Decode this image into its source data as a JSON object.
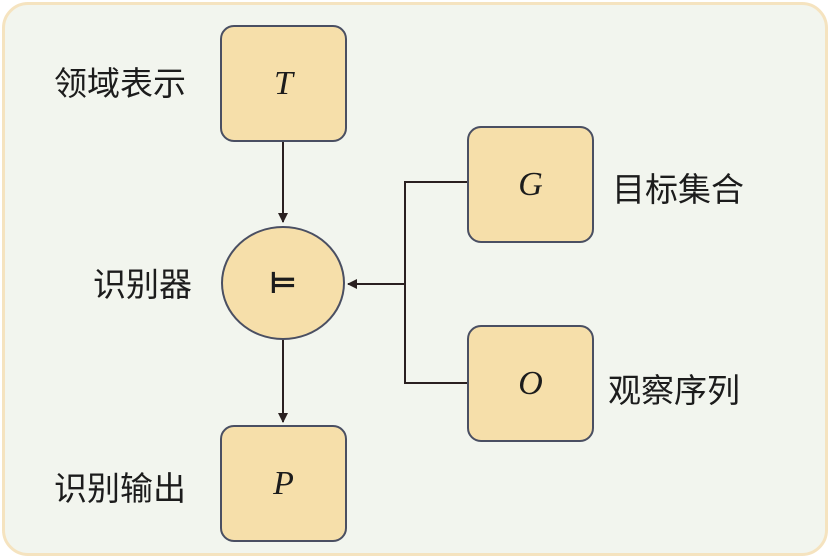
{
  "nodes": {
    "domain": {
      "symbol": "T",
      "label": "领域表示"
    },
    "recognizer": {
      "symbol": "⊨",
      "label": "识别器"
    },
    "goals": {
      "symbol": "G",
      "label": "目标集合"
    },
    "observations": {
      "symbol": "O",
      "label": "观察序列"
    },
    "output": {
      "symbol": "P",
      "label": "识别输出"
    }
  },
  "colors": {
    "frame_border": "#f5e3bf",
    "background": "#f2f5ee",
    "node_fill": "#f6dfaa",
    "node_border": "#4a4f62",
    "arrow": "#2a2020"
  }
}
